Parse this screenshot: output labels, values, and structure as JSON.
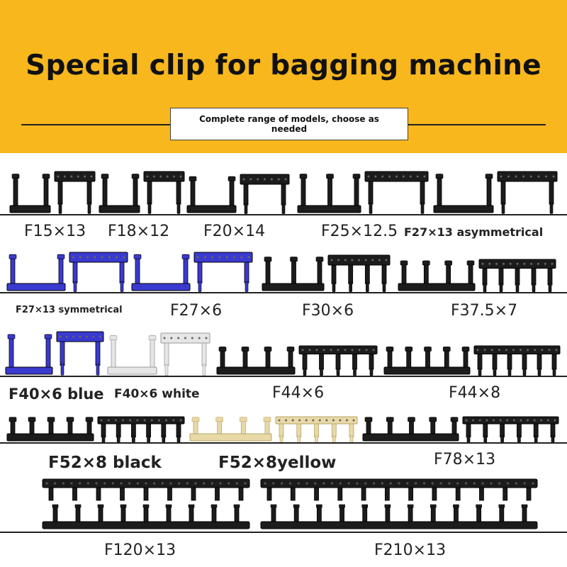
{
  "header": {
    "title": "Special clip for bagging machine",
    "subtitle": "Complete range of models, choose as needed"
  },
  "colors": {
    "banner": "#f7b71d",
    "clip_black": "#1c1c1c",
    "clip_blue": "#3a3ad0",
    "clip_white": "#e6e6e6",
    "clip_yellow": "#e8d9a6"
  },
  "models": [
    {
      "label": "F15×13",
      "color": "black"
    },
    {
      "label": "F18×12",
      "color": "black"
    },
    {
      "label": "F20×14",
      "color": "black"
    },
    {
      "label": "F25×12.5",
      "color": "black"
    },
    {
      "label": "F27×13 asymmetrical",
      "color": "black"
    },
    {
      "label": "F27×13 symmetrical",
      "color": "blue"
    },
    {
      "label": "F27×6",
      "color": "blue"
    },
    {
      "label": "F30×6",
      "color": "black"
    },
    {
      "label": "F37.5×7",
      "color": "black"
    },
    {
      "label": "F40×6 blue",
      "color": "blue"
    },
    {
      "label": "F40×6 white",
      "color": "white"
    },
    {
      "label": "F44×6",
      "color": "black"
    },
    {
      "label": "F44×8",
      "color": "black"
    },
    {
      "label": "F52×8 black",
      "color": "black"
    },
    {
      "label": "F52×8yellow",
      "color": "yellow"
    },
    {
      "label": "F78×13",
      "color": "black"
    },
    {
      "label": "F120×13",
      "color": "black"
    },
    {
      "label": "F210×13",
      "color": "black"
    }
  ]
}
